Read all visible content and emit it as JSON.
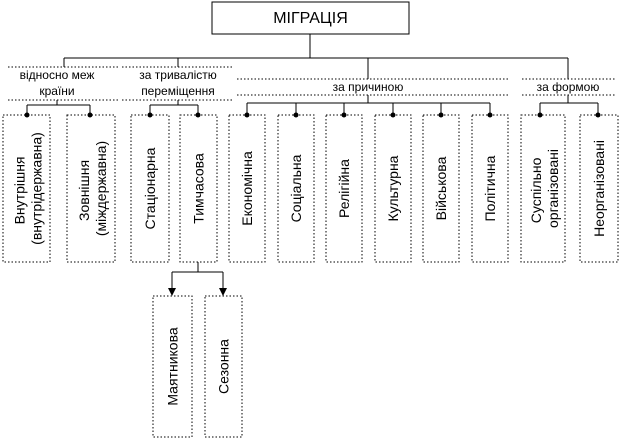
{
  "root": {
    "title": "МІГРАЦІЯ"
  },
  "groups": {
    "borders": {
      "label_lines": [
        "відносно меж",
        "країни"
      ]
    },
    "duration": {
      "label_lines": [
        "за тривалістю",
        "переміщення"
      ]
    },
    "cause": {
      "label_lines": [
        "за причиною"
      ]
    },
    "form": {
      "label_lines": [
        "за формою"
      ]
    }
  },
  "categories": {
    "internal": {
      "lines": [
        "Внутрішня",
        "(внутрідержавна)"
      ]
    },
    "external": {
      "lines": [
        "Зовнішня",
        "(міждержавна)"
      ]
    },
    "stationary": {
      "lines": [
        "Стаціонарна"
      ]
    },
    "temporary": {
      "lines": [
        "Тимчасова"
      ]
    },
    "economic": {
      "lines": [
        "Економічна"
      ]
    },
    "social": {
      "lines": [
        "Соціальна"
      ]
    },
    "religious": {
      "lines": [
        "Релігійна"
      ]
    },
    "cultural": {
      "lines": [
        "Культурна"
      ]
    },
    "military": {
      "lines": [
        "Військова"
      ]
    },
    "political": {
      "lines": [
        "Політична"
      ]
    },
    "organized": {
      "lines": [
        "Суспільно",
        "організовані"
      ]
    },
    "unorganized": {
      "lines": [
        "Неорганізовані"
      ]
    }
  },
  "subcategories": {
    "pendulum": {
      "lines": [
        "Маятникова"
      ]
    },
    "seasonal": {
      "lines": [
        "Сезонна"
      ]
    }
  },
  "colors": {
    "line": "#000000",
    "background": "#ffffff"
  }
}
